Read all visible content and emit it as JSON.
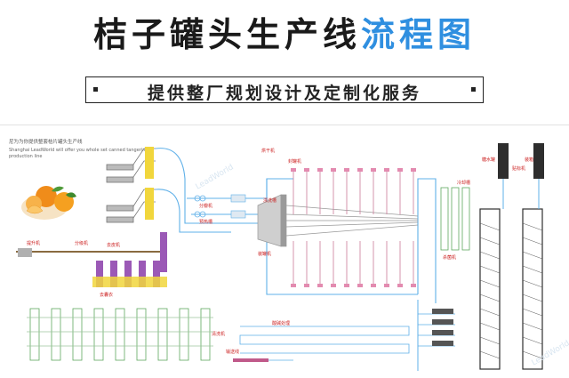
{
  "header": {
    "title_main": "桔子罐头生产线",
    "title_accent": "流程图",
    "subtitle": "提供整厂规划设计及定制化服务"
  },
  "colors": {
    "accent": "#2f8fe0",
    "pipe": "#5fb0e8",
    "equipment": "#8f8f8f",
    "machine_purple": "#9b59b6",
    "machine_yellow": "#f1d63c",
    "label_red": "#cc2222",
    "tank_gray": "#2e2e2e"
  },
  "diagram": {
    "intro_cn": "尼为为你提供整套桔片罐头生产线",
    "intro_en_1": "Shanghai LeadWorld will offer you whole set canned tangerine",
    "intro_en_2": "production line",
    "icons": {
      "orange_image": "mandarin-orange-photo",
      "watermark": "leadworld-watermark"
    },
    "labels": {
      "l1": "提升机",
      "l2": "分级机",
      "l3": "去皮机",
      "l4": "去囊衣",
      "l5": "分瓣机",
      "l6": "预热槽",
      "l7": "装罐机",
      "l8": "封罐机",
      "l9": "杀菌机",
      "l10": "冷却槽",
      "l11": "贴标机",
      "l12": "输送线",
      "l13": "酸碱处理",
      "l14": "清洗机",
      "l15": "漂洗槽",
      "l16": "烘干机",
      "l17": "装箱机",
      "l18": "糖水罐"
    }
  }
}
